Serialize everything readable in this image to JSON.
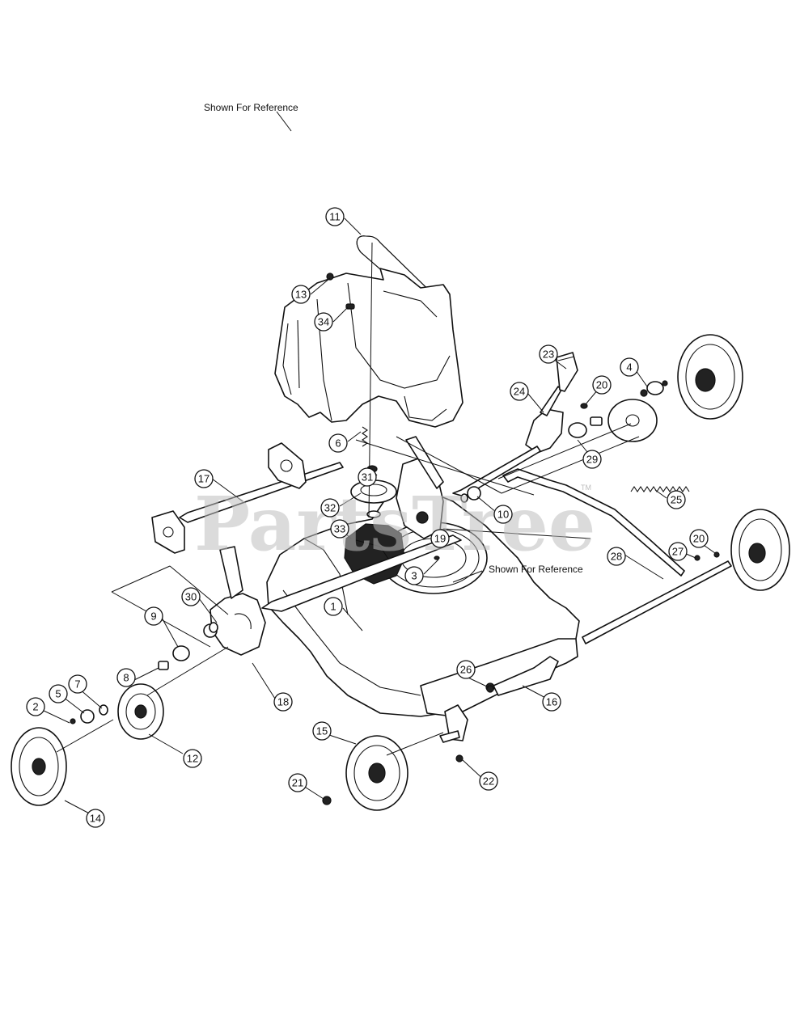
{
  "diagram": {
    "reference_labels": [
      "Shown For Reference",
      "Shown For Reference"
    ],
    "watermark": {
      "text": "PartsTree",
      "trademark": "TM"
    },
    "callouts": [
      "11",
      "13",
      "34",
      "23",
      "4",
      "20",
      "24",
      "29",
      "6",
      "31",
      "17",
      "32",
      "33",
      "10",
      "19",
      "25",
      "3",
      "1",
      "20",
      "27",
      "28",
      "30",
      "9",
      "8",
      "18",
      "7",
      "5",
      "2",
      "26",
      "16",
      "12",
      "15",
      "22",
      "21",
      "14"
    ]
  },
  "colors": {
    "line": "#111111",
    "background": "#ffffff",
    "watermark": "#bdbdbd"
  }
}
